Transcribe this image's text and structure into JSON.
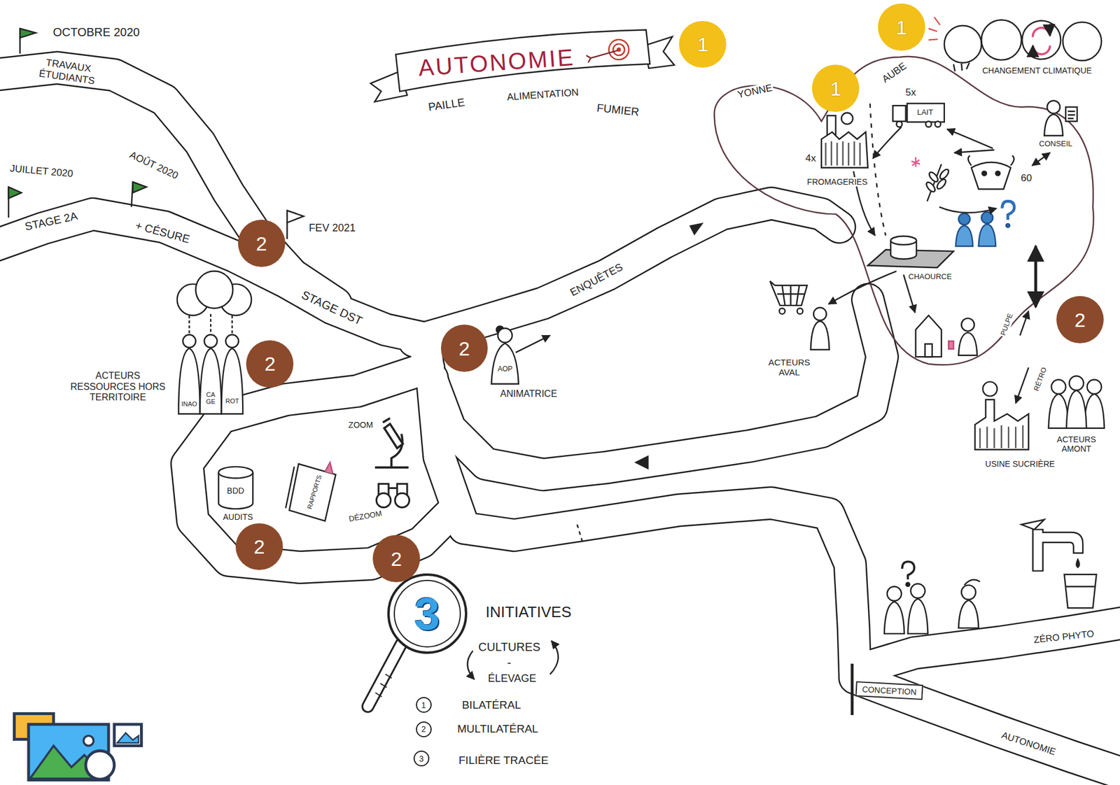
{
  "diagram": {
    "nodes": [
      {
        "text": [
          "AUTONOMIE"
        ]
      },
      {
        "text": [
          "1"
        ]
      },
      {
        "text": [
          "1"
        ]
      },
      {
        "text": [
          "1"
        ]
      },
      {
        "text": [
          "2"
        ]
      },
      {
        "text": [
          "2"
        ]
      },
      {
        "text": [
          "2"
        ]
      },
      {
        "text": [
          "2"
        ]
      },
      {
        "text": [
          "2"
        ]
      },
      {
        "text": [
          "2"
        ]
      },
      {
        "text": [
          "3"
        ]
      },
      {
        "text": [
          "1"
        ]
      },
      {
        "text": [
          "2"
        ]
      },
      {
        "text": [
          "3"
        ]
      },
      {
        "text": [
          "CONCEPTION"
        ]
      }
    ],
    "labels": [
      "OCTOBRE 2020",
      "TRAVAUX ÉTUDIANTS",
      "PAILLE",
      "ALIMENTATION",
      "FUMIER",
      "YONNE",
      "AUBE",
      "CHANGEMENT CLIMATIQUE",
      "5x",
      "LAIT",
      "CONSEIL",
      "4x",
      "FROMAGERIES",
      "60",
      "JUILLET 2020",
      "AOÛT 2020",
      "STAGE 2A",
      "+ CÉSURE",
      "FEV 2021",
      "STAGE DST",
      "ENQUÊTES",
      "CHAOURCE",
      "PULPE",
      "ACTEURS AVAL",
      "AOP",
      "ANIMATRICE",
      "RÉTRO",
      "ACTEURS RESSOURCES HORS TERRITOIRE",
      "INAO",
      "CA GE",
      "ROT",
      "USINE SUCRIÈRE",
      "ACTEURS AMONT",
      "ZOOM",
      "BDD",
      "RAPPORTS",
      "AUDITS",
      "DÉZOOM",
      "INITIATIVES",
      "CULTURES",
      "-",
      "ÉLEVAGE",
      "ZÉRO PHYTO",
      "BILATÉRAL",
      "MULTILATÉRAL",
      "FILIÈRE TRACÉE",
      "AUTONOMIE"
    ]
  }
}
